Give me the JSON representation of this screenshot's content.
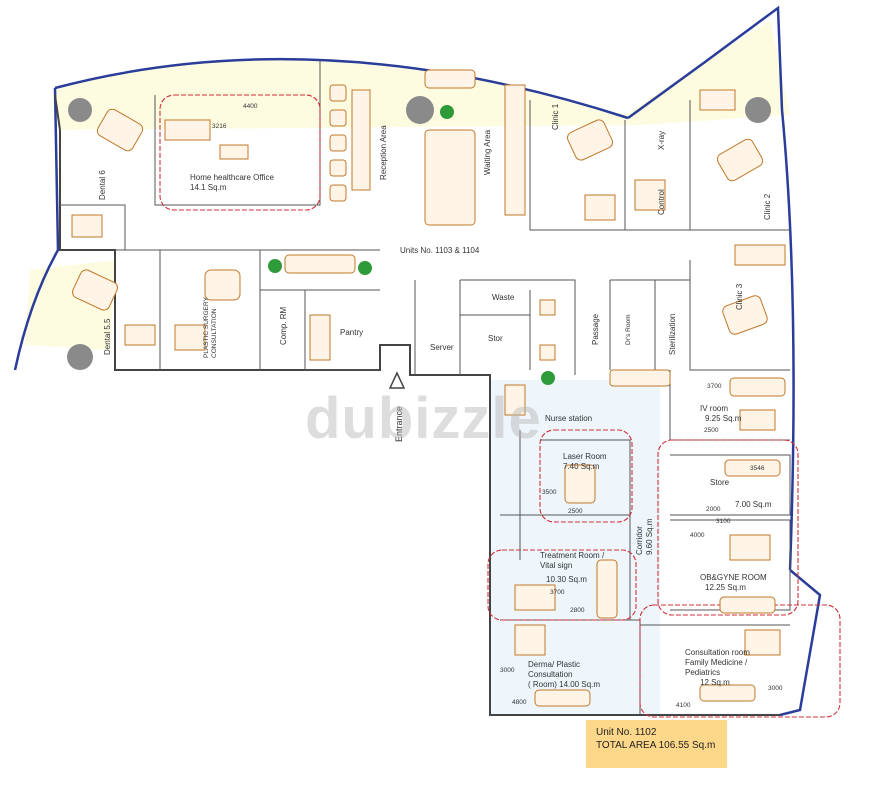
{
  "rooms": {
    "dental6": "Dental 6",
    "home_office": [
      "Home healthcare Office",
      "14.1 Sq.m"
    ],
    "reception": "Reception Area",
    "waiting": "Waiting Area",
    "clinic1": "Clinic 1",
    "xray": "X-ray",
    "control": "Control",
    "clinic2": "Clinic 2",
    "units": "Units No. 1103 & 1104",
    "dental55": "Dental 5.5",
    "plastic_surgery": [
      "PLASTIC SURGERY",
      "CONSULTATION"
    ],
    "comp_rm": "Comp. RM",
    "pantry": "Pantry",
    "server": "Server",
    "waste": "Waste",
    "stor": "Stor",
    "passage": "Passage",
    "drs_room": "Dr's Room",
    "sterilization": "Sterilization",
    "clinic3": "Clinic 3",
    "entrance": "Entrance",
    "nurse_station": "Nurse station",
    "iv_room": [
      "IV room",
      "9.25 Sq.m"
    ],
    "laser_room": [
      "Laser Room",
      "7.40 Sq.m"
    ],
    "store": [
      "Store",
      "7.00 Sq.m"
    ],
    "corridor": [
      "Corridor",
      "9.60 Sq.m"
    ],
    "treatment": [
      "Treatment Room /",
      "Vital sign",
      "10.30 Sq.m"
    ],
    "obgyne": [
      "OB&GYNE ROOM",
      "12.25 Sq.m"
    ],
    "derma": [
      "Derma/ Plastic",
      "Consultation",
      "( Room) 14.00 Sq.m"
    ],
    "consultation_fm": [
      "Consultation  room",
      "Family Medicine  /",
      "Pediatrics",
      "12 Sq.m"
    ]
  },
  "dimensions": {
    "d4400": "4400",
    "d3216": "3216",
    "d3700a": "3700",
    "d2500a": "2500",
    "d3546": "3546",
    "d3500": "3500",
    "d2500b": "2500",
    "d2000": "2000",
    "d3100": "3100",
    "d4000": "4000",
    "d3700b": "3700",
    "d2800": "2800",
    "d3000a": "3000",
    "d4800": "4800",
    "d3000b": "3000",
    "d4100": "4100"
  },
  "summary": {
    "unit": "Unit No. 1102",
    "total_area": "TOTAL AREA 106.55 Sq.m"
  },
  "watermark": "dubizzle",
  "colors": {
    "wall": "#444444",
    "furniture": "#c0782a",
    "revision_cloud": "#d0303a",
    "facade_glass": "#2a3d9a",
    "upper_zone": "#fdfbe0",
    "lower_zone": "#eef6fb",
    "summary_box": "#fdd78a"
  }
}
